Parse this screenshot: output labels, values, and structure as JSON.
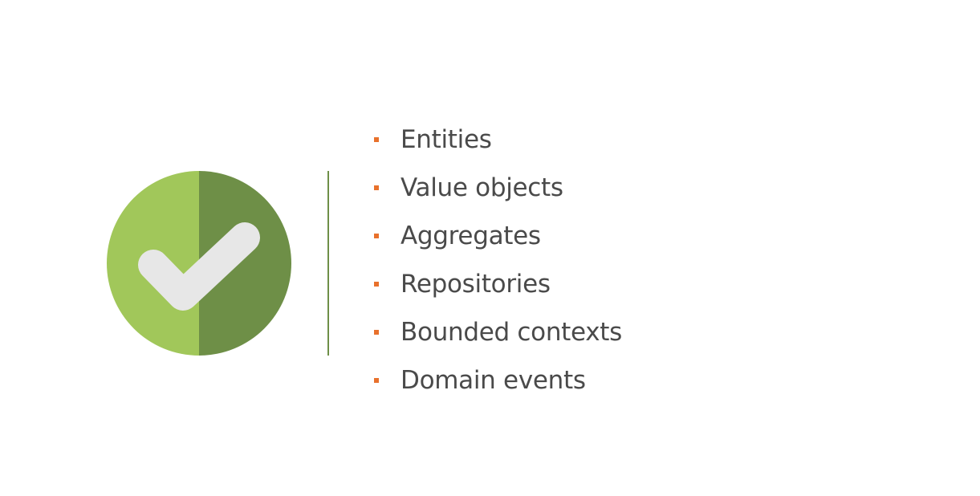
{
  "colors": {
    "badge_light_green": "#a1c75a",
    "badge_dark_green": "#6e8f47",
    "check_mark": "#e7e7e7",
    "divider": "#6e8f47",
    "bullet_marker": "#e8712c",
    "text": "#4a4a4a"
  },
  "badge": {
    "icon": "check-mark-icon"
  },
  "list": {
    "items": [
      "Entities",
      "Value objects",
      "Aggregates",
      "Repositories",
      "Bounded contexts",
      "Domain events"
    ]
  }
}
